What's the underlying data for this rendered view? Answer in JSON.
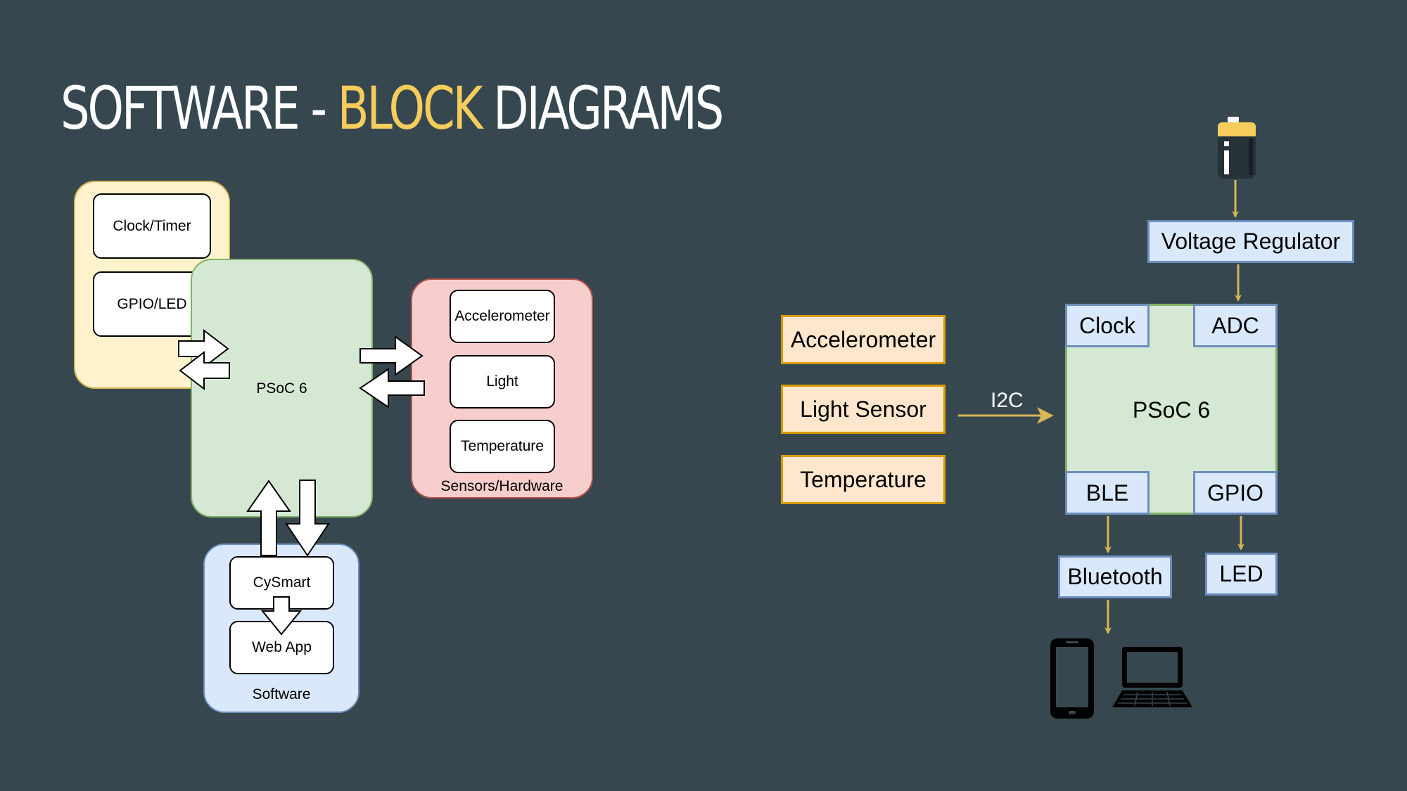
{
  "title": {
    "part1": "SOFTWARE - ",
    "accent": "BLOCK",
    "part2": " DIAGRAMS"
  },
  "left_diagram": {
    "clock_timer": "Clock/Timer",
    "gpio_led": "GPIO/LED",
    "psoc": "PSoC 6",
    "sensors": {
      "accelerometer": "Accelerometer",
      "light": "Light",
      "temperature": "Temperature",
      "group_label": "Sensors/Hardware"
    },
    "software": {
      "cysmart": "CySmart",
      "web_app": "Web App",
      "group_label": "Software"
    }
  },
  "right_diagram": {
    "sensors": {
      "accelerometer": "Accelerometer",
      "light_sensor": "Light Sensor",
      "temperature": "Temperature"
    },
    "bus_label": "I2C",
    "voltage_regulator": "Voltage Regulator",
    "psoc": "PSoC 6",
    "clock": "Clock",
    "adc": "ADC",
    "ble": "BLE",
    "gpio": "GPIO",
    "bluetooth": "Bluetooth",
    "led": "LED",
    "icons": [
      "battery-icon",
      "smartphone-icon",
      "laptop-icon"
    ]
  },
  "colors": {
    "background": "#37474f",
    "accent": "#f6cc5b",
    "arrow_gold": "#d6b656"
  }
}
